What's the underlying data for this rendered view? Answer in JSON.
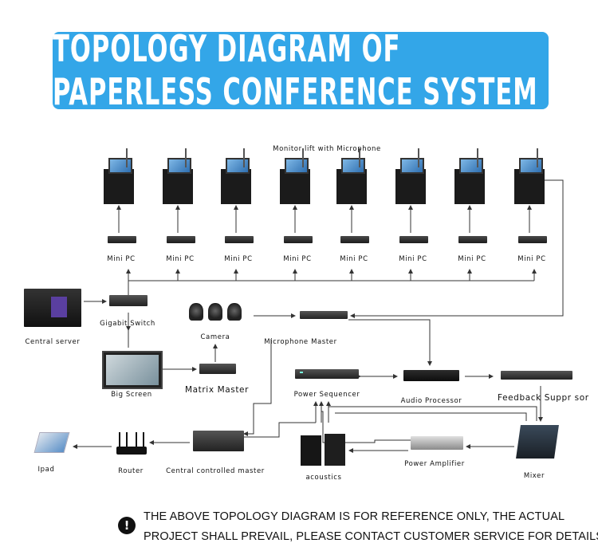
{
  "banner": {
    "title": "TOPOLOGY DIAGRAM OF PAPERLESS CONFERENCE SYSTEM",
    "color": "#33a6e8"
  },
  "labels": {
    "monitor_lift": "Monitor lift with Microphone",
    "mini_pc": [
      "Mini PC",
      "Mini PC",
      "Mini PC",
      "Mini PC",
      "Mini PC",
      "Mini PC",
      "Mini PC",
      "Mini PC"
    ],
    "gigabit_switch": "Gigabit Switch",
    "central_server": "Central server",
    "camera": "Camera",
    "microphone_master": "Microphone Master",
    "big_screen": "Big Screen",
    "matrix_master": "Matrix Master",
    "power_sequencer": "Power Sequencer",
    "audio_processor": "Audio Processor",
    "feedback_suppressor": "Feedback Suppr   sor",
    "ipad": "Ipad",
    "router": "Router",
    "central_controlled_master": "Central controlled master",
    "acoustics": "acoustics",
    "power_amplifier": "Power Amplifier",
    "mixer": "Mixer"
  },
  "footer": {
    "icon": "exclamation-icon",
    "line1": "THE ABOVE TOPOLOGY DIAGRAM IS FOR REFERENCE ONLY, THE ACTUAL",
    "line2": "PROJECT SHALL PREVAIL, PLEASE CONTACT CUSTOMER SERVICE FOR DETAILS"
  }
}
